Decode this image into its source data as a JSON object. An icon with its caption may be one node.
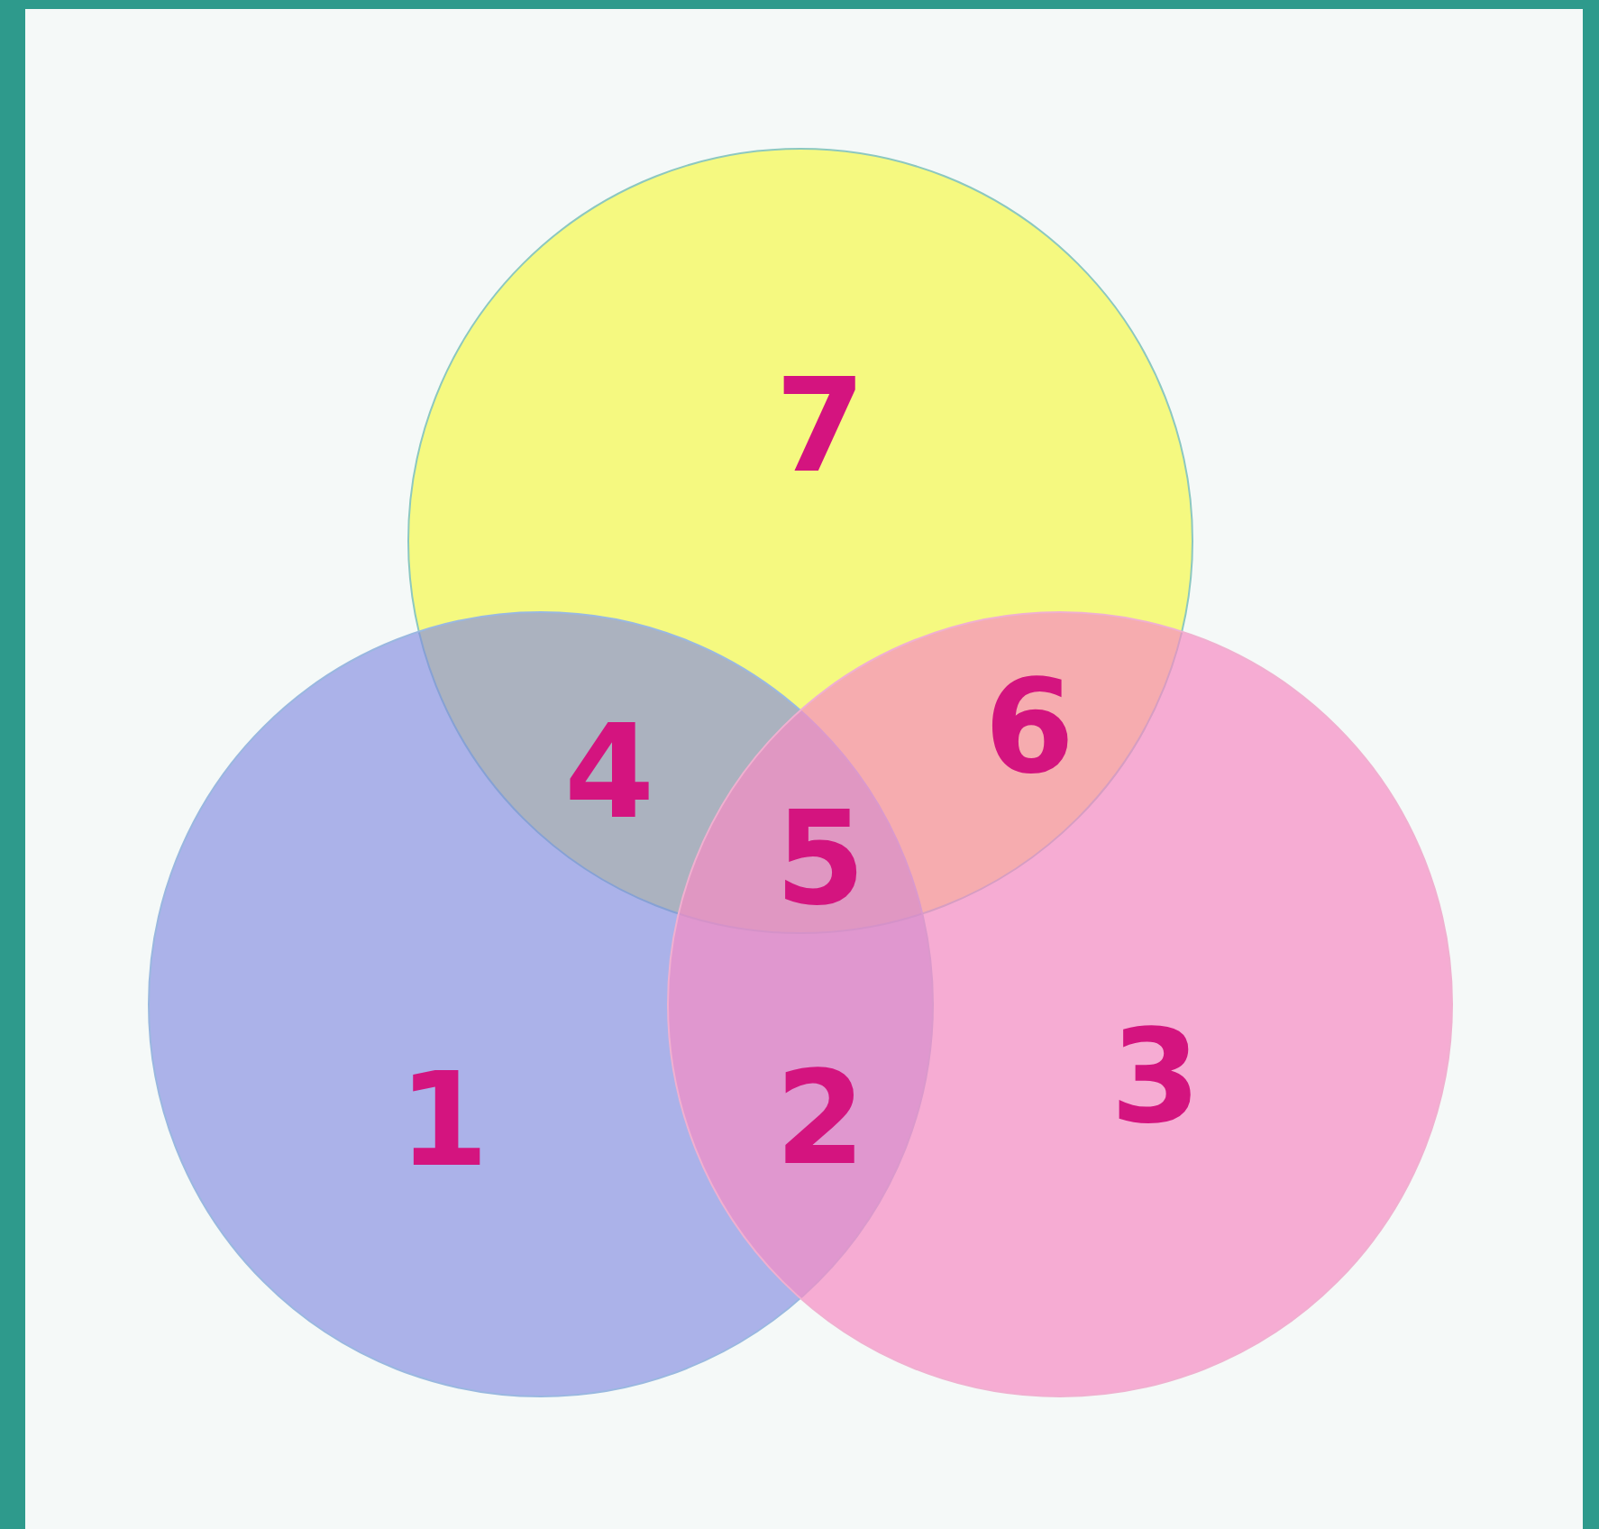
{
  "diagram": {
    "nodes": [
      {
        "text": [],
        "shape": "circle"
      },
      {
        "text": [],
        "shape": "circle"
      },
      {
        "text": [],
        "shape": "circle"
      }
    ],
    "labels": [
      "7",
      "4",
      "6",
      "5",
      "1",
      "2",
      "3"
    ]
  }
}
